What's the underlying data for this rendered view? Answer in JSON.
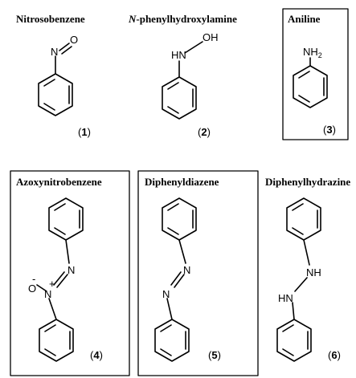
{
  "compounds": [
    {
      "name_prefix": "",
      "name": "Nitrosobenzene",
      "number": "1",
      "atom_labels": [
        "N",
        "O"
      ]
    },
    {
      "name_prefix": "N",
      "name": "-phenylhydroxylamine",
      "number": "2",
      "atom_labels": [
        "HN",
        "OH"
      ]
    },
    {
      "name_prefix": "",
      "name": "Aniline",
      "number": "3",
      "atom_labels": [
        "NH",
        "2"
      ]
    },
    {
      "name_prefix": "",
      "name": "Azoxynitrobenzene",
      "number": "4",
      "atom_labels": [
        "N",
        "N",
        "O",
        "+",
        "-"
      ]
    },
    {
      "name_prefix": "",
      "name": "Diphenyldiazene",
      "number": "5",
      "atom_labels": [
        "N",
        "N"
      ]
    },
    {
      "name_prefix": "",
      "name": "Diphenylhydrazine",
      "number": "6",
      "atom_labels": [
        "NH",
        "HN"
      ]
    }
  ]
}
